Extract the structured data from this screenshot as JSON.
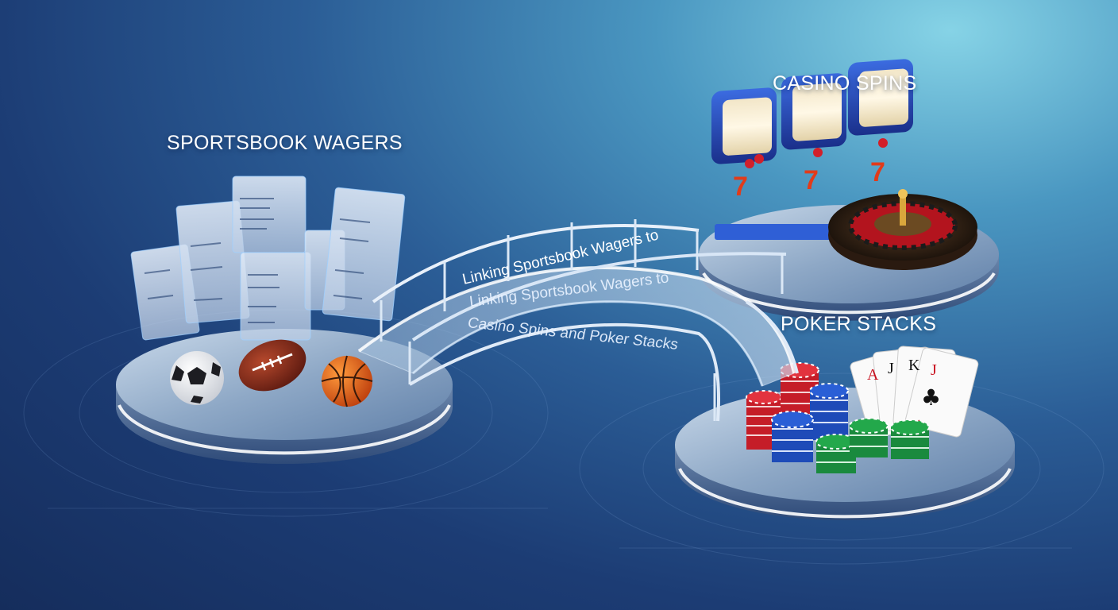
{
  "labels": {
    "sportsbook": "SPORTSBOOK WAGERS",
    "casino": "CASINO SPINS",
    "poker": "POKER STACKS"
  },
  "bridge": {
    "rail_text": "Linking Sportsbook Wagers to",
    "deck_line1": "Linking Sportsbook Wagers to",
    "deck_line2": "Casino Spins and Poker Stacks"
  },
  "slot_symbols": [
    "7",
    "7",
    "7"
  ],
  "playing_cards": [
    "A",
    "J",
    "K",
    "J"
  ],
  "colors": {
    "background_top": "#86d3e6",
    "background_bottom": "#152d5c",
    "platform": "#a9bfd6",
    "glow": "#ffffff",
    "chip_red": "#d8242f",
    "chip_blue": "#1f4fbf",
    "chip_green": "#1f9a45"
  },
  "icons": [
    "soccer-ball-icon",
    "football-icon",
    "basketball-icon",
    "slot-machine-icon",
    "roulette-wheel-icon",
    "poker-chips-icon",
    "playing-cards-icon"
  ]
}
